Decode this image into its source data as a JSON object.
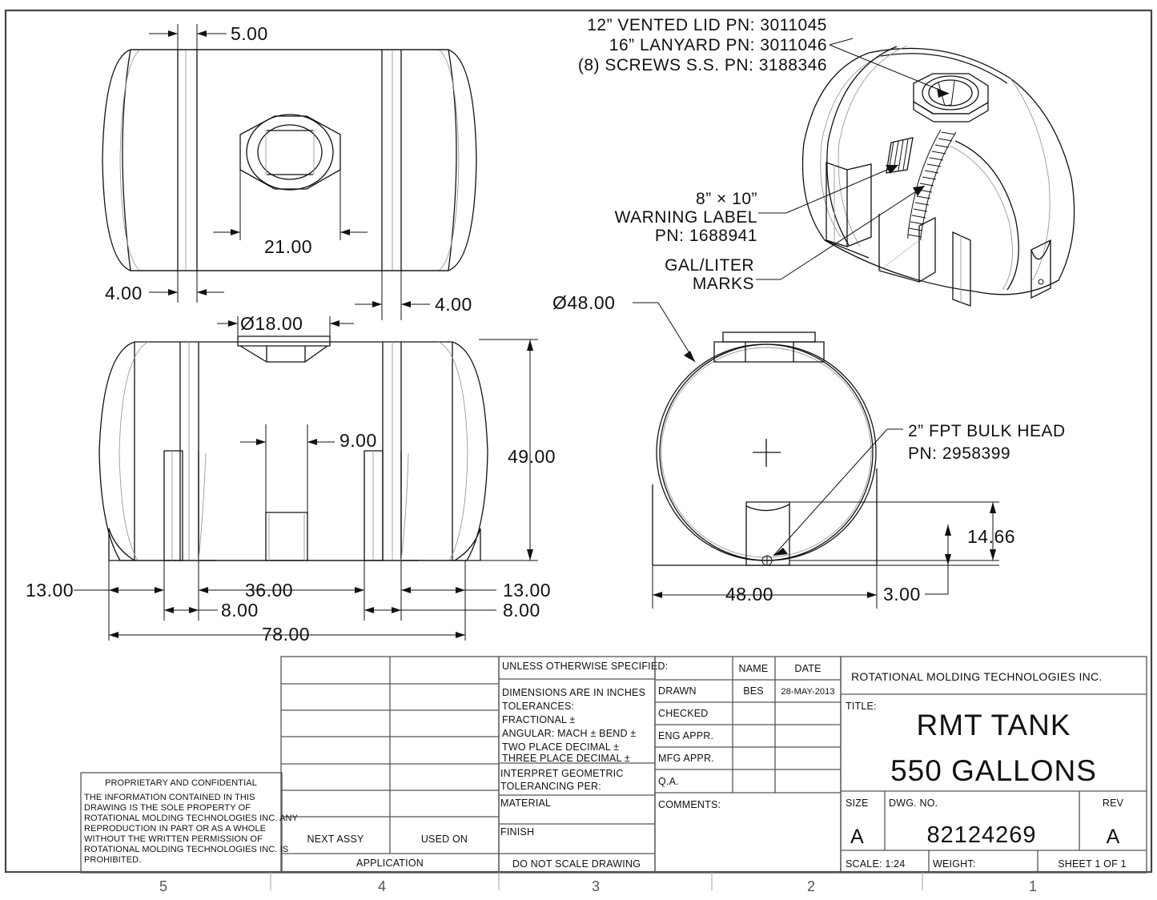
{
  "sheet": {
    "zone_numbers": [
      "5",
      "4",
      "3",
      "2",
      "1"
    ]
  },
  "callouts": {
    "lid_block": [
      "12” VENTED LID PN: 3011045",
      "16” LANYARD PN: 3011046",
      "(8) SCREWS S.S. PN: 3188346"
    ],
    "warning_label": [
      "8” × 10”",
      "WARNING LABEL",
      "PN: 1688941"
    ],
    "gal_liter": [
      "GAL/LITER",
      "MARKS"
    ],
    "bulkhead": [
      "2” FPT BULK HEAD",
      "PN: 2958399"
    ]
  },
  "dimensions": {
    "top_view": {
      "d_5": "5.00",
      "d_21": "21.00",
      "d_4_left": "4.00",
      "d_4_right": "4.00"
    },
    "front_view": {
      "d_dia18": "Ø18.00",
      "d_9": "9.00",
      "d_49": "49.00",
      "d_13_left": "13.00",
      "d_13_right": "13.00",
      "d_36": "36.00",
      "d_8_left": "8.00",
      "d_8_right": "8.00",
      "d_78": "78.00"
    },
    "end_view": {
      "d_dia48": "Ø48.00",
      "d_48": "48.00",
      "d_14_66": "14.66",
      "d_3": "3.00"
    }
  },
  "title_block": {
    "proprietary": {
      "heading": "PROPRIETARY AND CONFIDENTIAL",
      "body": [
        "THE INFORMATION CONTAINED IN THIS",
        "DRAWING IS THE SOLE PROPERTY OF",
        "ROTATIONAL MOLDING TECHNOLOGIES INC. ANY",
        "REPRODUCTION IN PART OR AS A WHOLE",
        "WITHOUT THE WRITTEN PERMISSION OF",
        "ROTATIONAL MOLDING TECHNOLOGIES INC. IS",
        "PROHIBITED."
      ]
    },
    "application": {
      "next_assy": "NEXT ASSY",
      "used_on": "USED ON",
      "caption": "APPLICATION"
    },
    "notes": {
      "header": "UNLESS OTHERWISE SPECIFIED:",
      "lines": [
        "DIMENSIONS ARE IN INCHES",
        "TOLERANCES:",
        "FRACTIONAL ±",
        "ANGULAR: MACH  ±    BEND ±",
        "TWO PLACE DECIMAL    ±",
        "THREE PLACE DECIMAL  ±"
      ],
      "interpret": [
        "INTERPRET GEOMETRIC",
        "TOLERANCING PER:"
      ],
      "material": "MATERIAL",
      "finish": "FINISH",
      "do_not_scale": "DO NOT SCALE DRAWING"
    },
    "signoff": {
      "col_blank": "",
      "col_name": "NAME",
      "col_date": "DATE",
      "rows": [
        {
          "label": "DRAWN",
          "name": "BES",
          "date": "28-MAY-2013"
        },
        {
          "label": "CHECKED",
          "name": "",
          "date": ""
        },
        {
          "label": "ENG APPR.",
          "name": "",
          "date": ""
        },
        {
          "label": "MFG APPR.",
          "name": "",
          "date": ""
        },
        {
          "label": "Q.A.",
          "name": "",
          "date": ""
        }
      ],
      "comments": "COMMENTS:"
    },
    "company": "ROTATIONAL MOLDING TECHNOLOGIES INC.",
    "title_label": "TITLE:",
    "title_line1": "RMT TANK",
    "title_line2": "550 GALLONS",
    "size_label": "SIZE",
    "size_value": "A",
    "dwg_label": "DWG.  NO.",
    "dwg_value": "82124269",
    "rev_label": "REV",
    "rev_value": "A",
    "scale": "SCALE: 1:24",
    "weight": "WEIGHT:",
    "sheet": "SHEET 1 OF 1"
  },
  "colors": {
    "line": "#111111",
    "frame": "#444444",
    "table": "#555555",
    "light": "#999999"
  }
}
